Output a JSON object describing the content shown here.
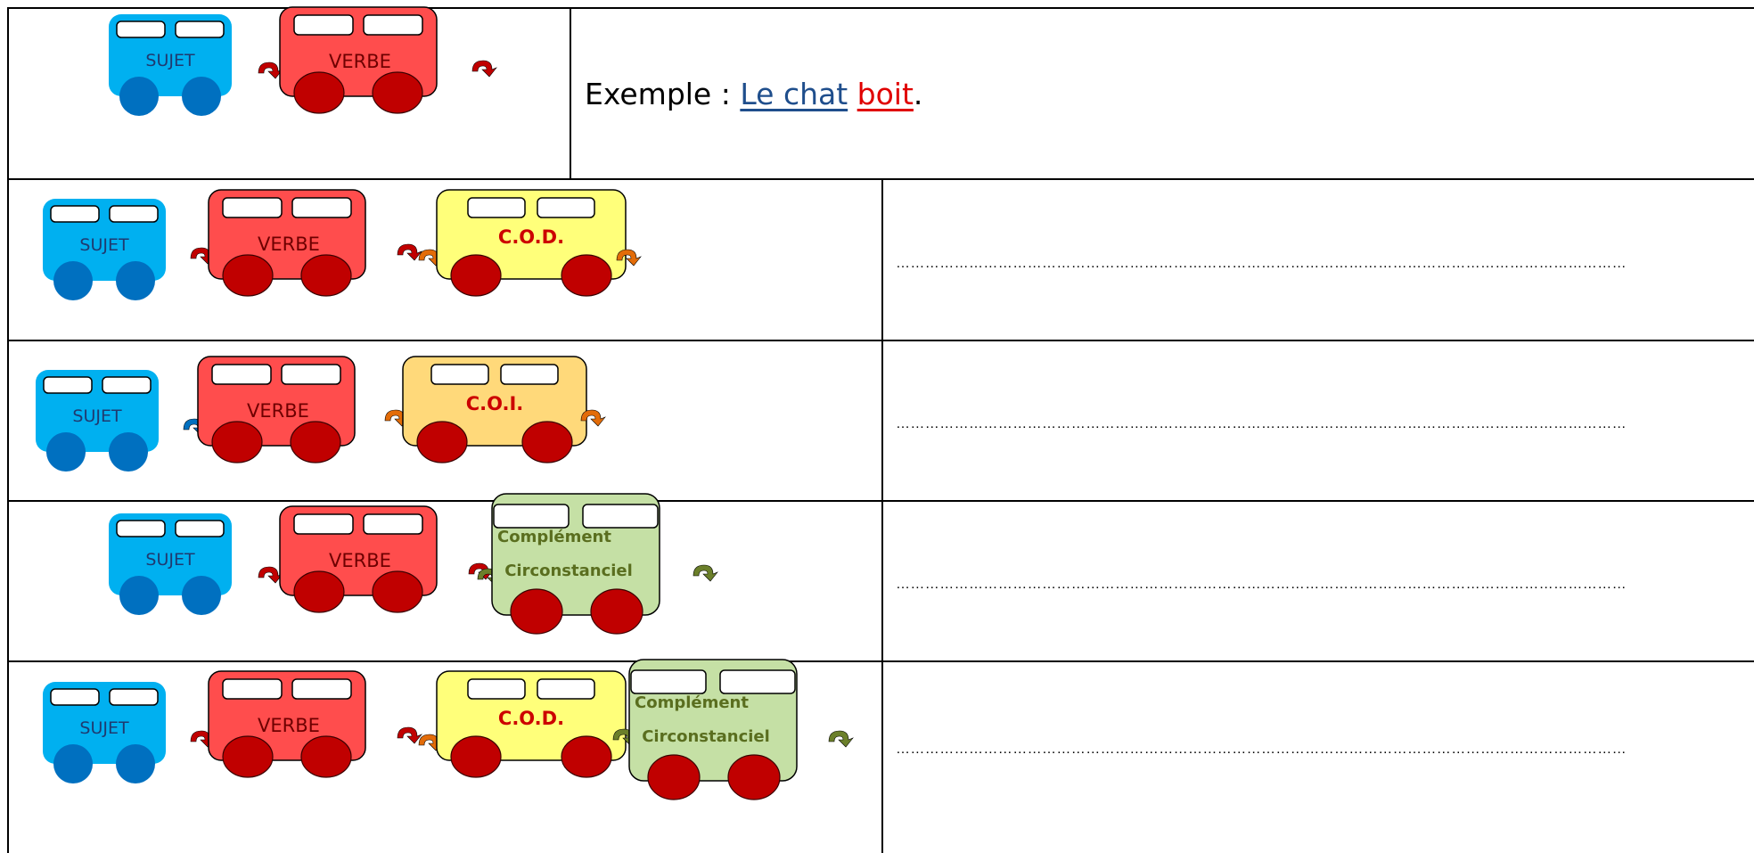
{
  "labels": {
    "sujet": "SUJET",
    "verbe": "VERBE",
    "cod": "C.O.D.",
    "coi": "C.O.I.",
    "cc_line1": "Complément",
    "cc_line2": "Circonstanciel"
  },
  "example": {
    "prefix": "Exemple : ",
    "subject": "Le chat",
    "verb": "boit",
    "suffix": "."
  },
  "rows": [
    {
      "wagons": [
        "sujet",
        "verbe"
      ],
      "answer": ""
    },
    {
      "wagons": [
        "sujet",
        "verbe",
        "cod"
      ],
      "answer": "……………………………………………………………………………………………………………………………………"
    },
    {
      "wagons": [
        "sujet",
        "verbe",
        "coi"
      ],
      "answer": "……………………………………………………………………………………………………………………………………"
    },
    {
      "wagons": [
        "sujet",
        "verbe",
        "cc"
      ],
      "answer": "……………………………………………………………………………………………………………………………………"
    },
    {
      "wagons": [
        "sujet",
        "verbe",
        "cod",
        "cc"
      ],
      "answer": "……………………………………………………………………………………………………………………………………"
    }
  ],
  "colors": {
    "sujet": "#00b0f0",
    "sujet_wheel": "#0070c0",
    "verbe": "#ff4d4d",
    "verbe_wheel": "#c00000",
    "cod": "#ffff7a",
    "cod_label": "#cc0000",
    "coi": "#ffd97a",
    "coi_label": "#cc0000",
    "cc": "#c5e0a5",
    "cc_label": "#5a6e1f",
    "hook_red": "#c00000",
    "hook_orange": "#e36c09",
    "hook_green": "#6b7f2a",
    "hook_blue": "#0070c0"
  }
}
